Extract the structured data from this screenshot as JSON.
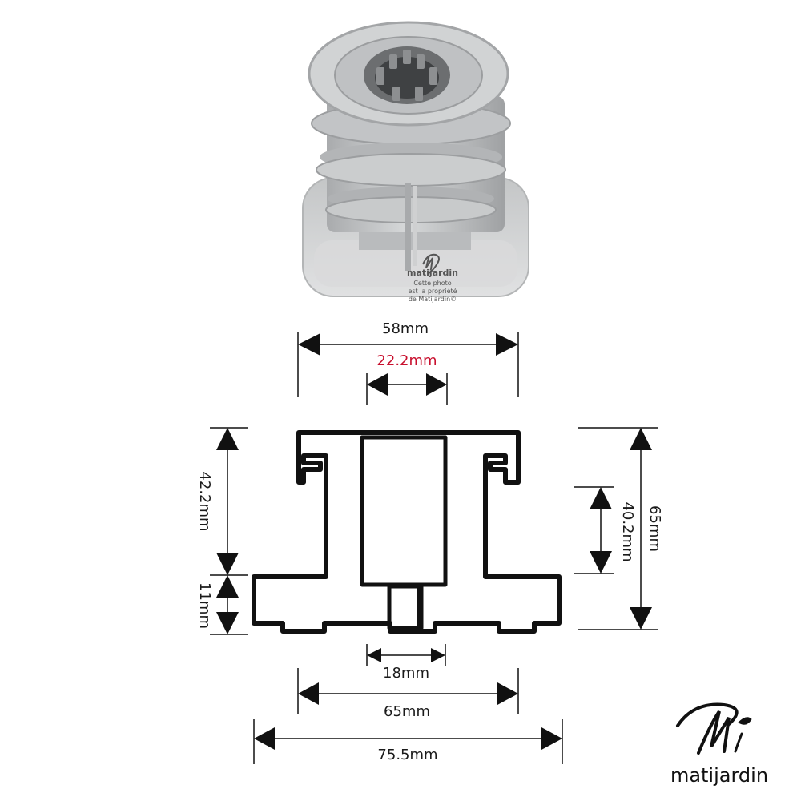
{
  "dimensions": {
    "top_width": "58mm",
    "bore": "22.2mm",
    "upper_height": "42.2mm",
    "base_height": "11mm",
    "total_height": "65mm",
    "pulley_height": "40.2mm",
    "bottom_bore": "18mm",
    "base_width": "65mm",
    "overall_width": "75.5mm"
  },
  "watermark": {
    "brand": "matijardin",
    "line1": "Cette photo",
    "line2": "est la propriété",
    "line3": "de Matijardin©"
  },
  "logo": {
    "brand": "matijardin"
  },
  "colors": {
    "accent_red": "#c8102e",
    "ink": "#111111",
    "part_grey": "#c9cbcc"
  }
}
